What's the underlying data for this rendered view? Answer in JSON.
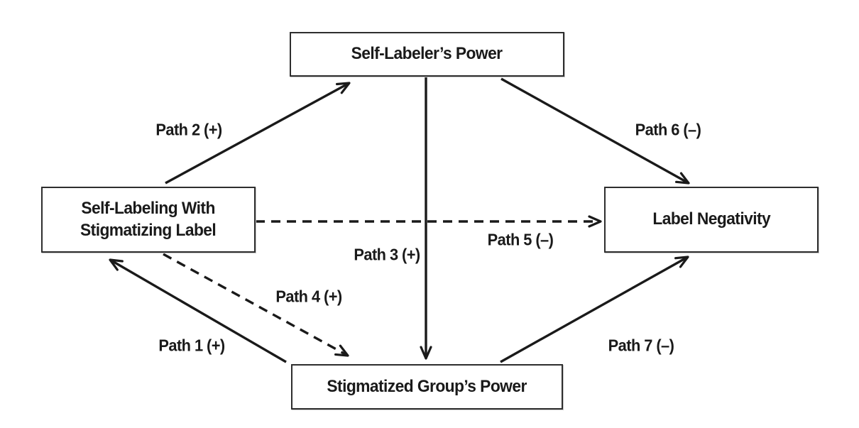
{
  "diagram": {
    "type": "path-model",
    "colors": {
      "background": "#ffffff",
      "line": "#1a1a1a",
      "text": "#1a1a1a",
      "box_border": "#2e2e2e",
      "box_fill": "#ffffff"
    },
    "nodes": {
      "self_labeler_power": {
        "label": "Self-Labeler’s Power"
      },
      "self_labeling": {
        "line1": "Self-Labeling With",
        "line2": "Stigmatizing Label"
      },
      "label_negativity": {
        "label": "Label Negativity"
      },
      "stigmatized_group_power": {
        "label": "Stigmatized Group’s Power"
      }
    },
    "edges": {
      "path1": {
        "label": "Path 1 (+)",
        "sign": "+",
        "from": "stigmatized_group_power",
        "to": "self_labeling",
        "line_style": "solid",
        "arrow_at": "end"
      },
      "path2": {
        "label": "Path 2 (+)",
        "sign": "+",
        "from": "self_labeling",
        "to": "self_labeler_power",
        "line_style": "solid",
        "arrow_at": "end"
      },
      "path3": {
        "label": "Path 3 (+)",
        "sign": "+",
        "from": "self_labeler_power",
        "to": "stigmatized_group_power",
        "line_style": "solid",
        "arrow_at": "end"
      },
      "path4": {
        "label": "Path 4 (+)",
        "sign": "+",
        "from": "self_labeling",
        "to": "stigmatized_group_power",
        "line_style": "dashed",
        "arrow_at": "end"
      },
      "path5": {
        "label": "Path 5 (–)",
        "sign": "–",
        "from": "self_labeling",
        "to": "label_negativity",
        "line_style": "dashed",
        "arrow_at": "end"
      },
      "path6": {
        "label": "Path 6 (–)",
        "sign": "–",
        "from": "self_labeler_power",
        "to": "label_negativity",
        "line_style": "solid",
        "arrow_at": "end"
      },
      "path7": {
        "label": "Path 7 (–)",
        "sign": "–",
        "from": "stigmatized_group_power",
        "to": "label_negativity",
        "line_style": "solid",
        "arrow_at": "end"
      }
    }
  }
}
